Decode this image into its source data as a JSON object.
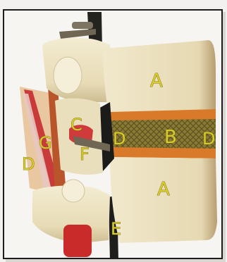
{
  "diagram": {
    "labels": {
      "A_top": "A",
      "A_bottom": "A",
      "B": "B",
      "C": "C",
      "D_canal": "D",
      "D_front": "D",
      "D_back": "D",
      "E": "E",
      "F": "F",
      "G": "G"
    },
    "colors": {
      "bone": "#eee4c6",
      "bone_shadow": "#cbbd96",
      "disc": "#8e7a36",
      "annulus": "#d97a2a",
      "ligament_red": "#c53a3a",
      "nerve_dark": "#2a2a26",
      "label_yellow": "#d9cc2a",
      "frame": "#1c1c1c"
    }
  }
}
